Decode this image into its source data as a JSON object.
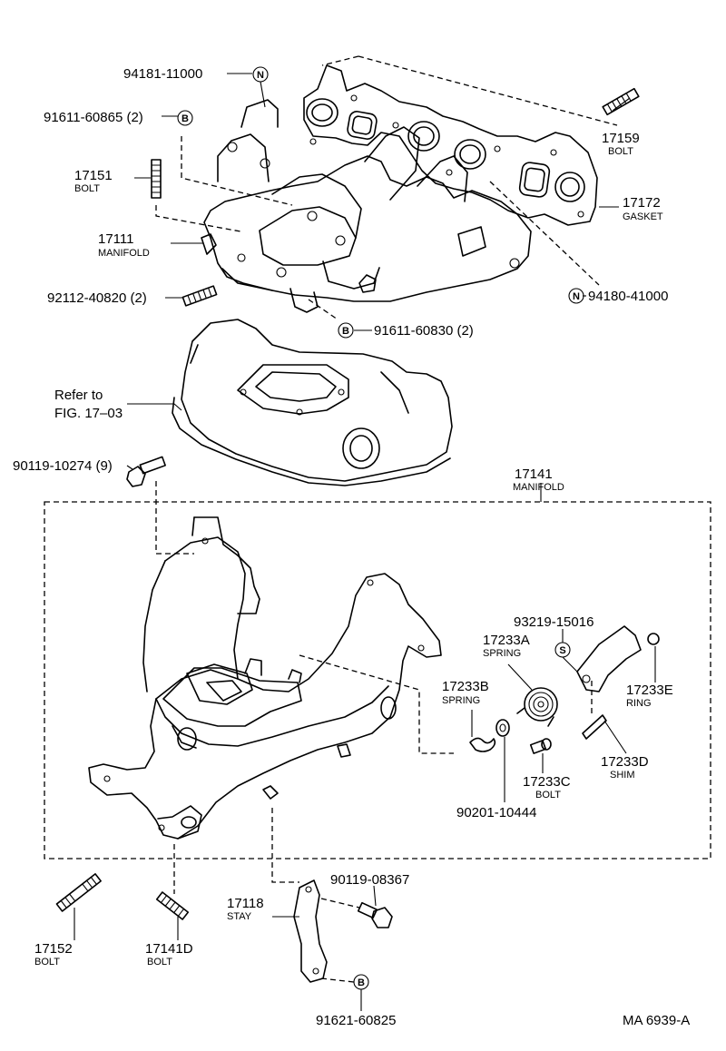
{
  "parts": {
    "p94181": {
      "number": "94181-11000"
    },
    "p91611a": {
      "number": "91611-60865 (2)"
    },
    "p17151": {
      "number": "17151",
      "label": "BOLT"
    },
    "p17111": {
      "number": "17111",
      "label": "MANIFOLD"
    },
    "p92112": {
      "number": "92112-40820 (2)"
    },
    "p17159": {
      "number": "17159",
      "label": "BOLT"
    },
    "p17172": {
      "number": "17172",
      "label": "GASKET"
    },
    "p94180": {
      "number": "94180-41000"
    },
    "p91611b": {
      "number": "91611-60830 (2)"
    },
    "p90119a": {
      "number": "90119-10274 (9)"
    },
    "p17141": {
      "number": "17141",
      "label": "MANIFOLD"
    },
    "p93219": {
      "number": "93219-15016"
    },
    "p17233A": {
      "number": "17233A",
      "label": "SPRING"
    },
    "p17233B": {
      "number": "17233B",
      "label": "SPRING"
    },
    "p17233E": {
      "number": "17233E",
      "label": "RING"
    },
    "p17233D": {
      "number": "17233D",
      "label": "SHIM"
    },
    "p17233C": {
      "number": "17233C",
      "label": "BOLT"
    },
    "p90201": {
      "number": "90201-10444"
    },
    "p90119b": {
      "number": "90119-08367"
    },
    "p17118": {
      "number": "17118",
      "label": "STAY"
    },
    "p17152": {
      "number": "17152",
      "label": "BOLT"
    },
    "p17141D": {
      "number": "17141D",
      "label": "BOLT"
    },
    "p91621": {
      "number": "91621-60825"
    }
  },
  "reference": {
    "line1": "Refer to",
    "line2": "FIG. 17–03"
  },
  "markers": {
    "n": "N",
    "b": "B",
    "s": "S"
  },
  "figure_code": "MA  6939-A",
  "icons": {
    "marker_shape": "circle-letter"
  }
}
